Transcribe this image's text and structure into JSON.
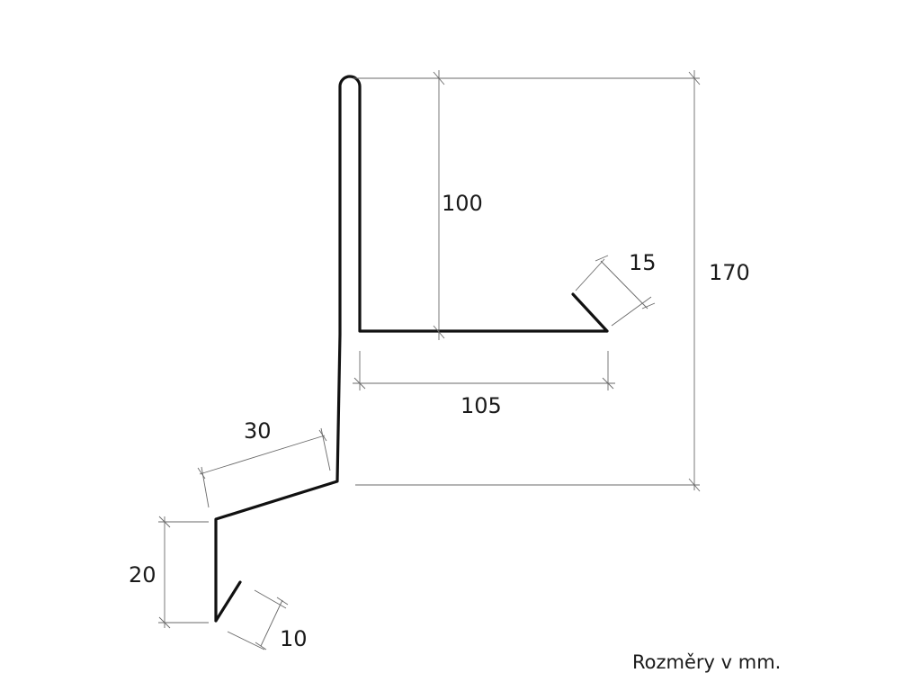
{
  "drawing": {
    "dimensions": {
      "height_upper": "100",
      "total_height": "170",
      "top_flange": "105",
      "drip_top": "15",
      "slope": "30",
      "lower_leg": "20",
      "drip_bottom": "10"
    },
    "note": "Rozměry v mm."
  }
}
